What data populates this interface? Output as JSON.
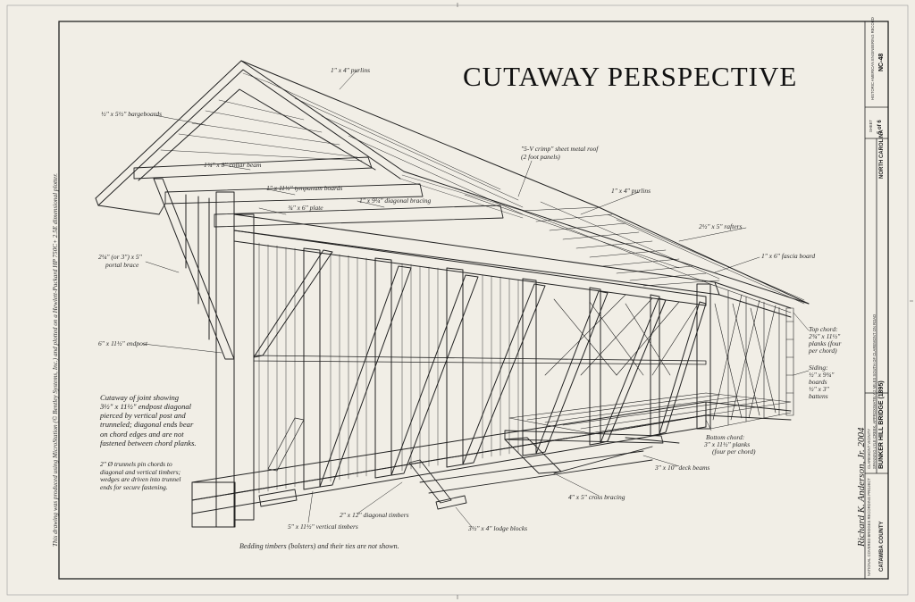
{
  "title": "CUTAWAY PERSPECTIVE",
  "labels": {
    "purlins_top": "1\" x 4\" purlins",
    "bargeboards": "½\" x 5½\" bargeboards",
    "collar_beam": "1¾\" x 8\" collar beam",
    "tympanum": "1\" x 11½\" tympanum boards",
    "plate": "¾\" x 6\" plate",
    "diag_bracing": "1\" x 9¼\" diagonal bracing",
    "roof_line1": "\"5-V crimp\" sheet metal roof",
    "roof_line2": "(2 foot panels)",
    "purlins_mid": "1\" x 4\" purlins",
    "rafters": "2½\" x 5\" rafters",
    "fascia": "1\" x 6\" fascia board",
    "portal_line1": "2¼\" (or 3\") x 5\"",
    "portal_line2": "portal brace",
    "endpost": "6\" x 11½\" endpost",
    "top_chord_1": "Top chord:",
    "top_chord_2": "2¾\" x 11½\"",
    "top_chord_3": "planks (four",
    "top_chord_4": "per chord)",
    "siding_1": "Siding:",
    "siding_2": "½\" x 9¾\"",
    "siding_3": "boards",
    "siding_4": "½\" x 3\"",
    "siding_5": "battens",
    "bottom_chord_1": "Bottom chord:",
    "bottom_chord_2": "3\" x 11½\" planks",
    "bottom_chord_3": "(four per chord)",
    "deck_beams": "3\" x 10\" deck beams",
    "cross_bracing": "4\" x 5\" cross bracing",
    "lodge_blocks": "3½\" x 4\" lodge blocks",
    "diag_timbers": "2\" x 12\" diagonal timbers",
    "vert_timbers": "5\" x 11½\" vertical timbers",
    "bedding": "Bedding timbers (bolsters) and their ties are not shown."
  },
  "notes": {
    "joint_1": "Cutaway of joint showing",
    "joint_2": "3½\" x 11½\" endpost diagonal",
    "joint_3": "pierced by vertical post and",
    "joint_4": "trunneled; diagonal ends bear",
    "joint_5": "on chord edges and are not",
    "joint_6": "fastened between chord planks.",
    "trunnel_1": "2\" Ø trunnels pin chords to",
    "trunnel_2": "diagonal and vertical timbers;",
    "trunnel_3": "wedges are driven into trunnel",
    "trunnel_4": "ends for secure fastening."
  },
  "side_credit": "This drawing was produced using MicroStation (© Bentley Systems, Inc.) and plotted on a Hewlett-Packard HP 750C+ 2.5E dimensional plotter.",
  "signature": "Richard K. Anderson, Jr. 2004",
  "title_block": {
    "bridge_name": "BUNKER HILL BRIDGE (1895)",
    "location_1": "SPANNING LYLE CREEK, APPROXIMATELY 2 MILES SOUTH OF CLAREMONT ON ROAD",
    "location_2": "CLAREMONT VICINITY",
    "county": "CATAWBA COUNTY",
    "state": "NORTH CAROLINA",
    "program": "NATIONAL COVERED BRIDGES RECORDING PROJECT",
    "agency": "HISTORIC AMERICAN ENGINEERING RECORD",
    "code": "NC-48",
    "sheet_label": "SHEET",
    "sheet_no": "5 of 6"
  }
}
